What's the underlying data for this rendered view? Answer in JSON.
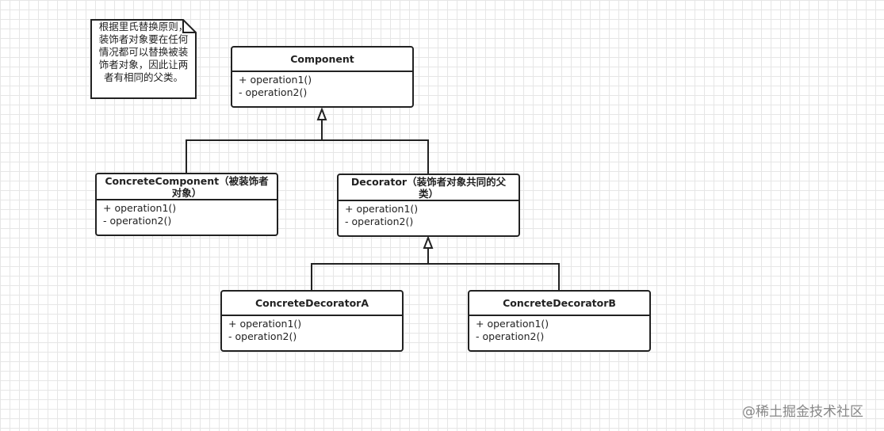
{
  "note": {
    "text": "根据里氏替换原则，装饰者对象要在任何情况都可以替换被装饰者对象，因此让两者有相同的父类。"
  },
  "classes": {
    "component": {
      "name": "Component",
      "ops": [
        "+ operation1()",
        "- operation2()"
      ]
    },
    "concrete_component": {
      "name": "ConcreteComponent（被装饰者对象）",
      "ops": [
        "+ operation1()",
        "- operation2()"
      ]
    },
    "decorator": {
      "name": "Decorator（装饰者对象共同的父类）",
      "ops": [
        "+ operation1()",
        "- operation2()"
      ]
    },
    "concrete_decorator_a": {
      "name": "ConcreteDecoratorA",
      "ops": [
        "+ operation1()",
        "- operation2()"
      ]
    },
    "concrete_decorator_b": {
      "name": "ConcreteDecoratorB",
      "ops": [
        "+ operation1()",
        "- operation2()"
      ]
    }
  },
  "watermark": "@稀土掘金技术社区"
}
